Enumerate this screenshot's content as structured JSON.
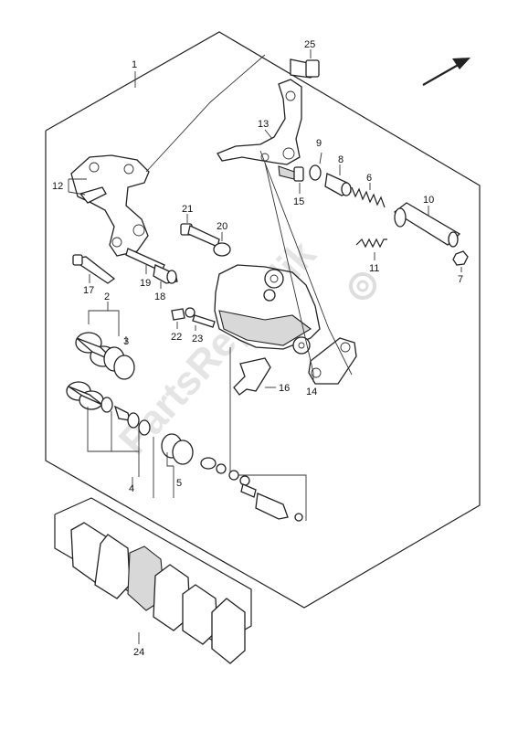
{
  "watermark": "PartsRepublik",
  "callouts": {
    "c1": "1",
    "c2": "2",
    "c3": "3",
    "c4": "4",
    "c5": "5",
    "c6": "6",
    "c7": "7",
    "c8": "8",
    "c9": "9",
    "c10": "10",
    "c11": "11",
    "c12": "12",
    "c13": "13",
    "c14": "14",
    "c15": "15",
    "c16": "16",
    "c17": "17",
    "c18": "18",
    "c19": "19",
    "c20": "20",
    "c21": "21",
    "c22": "22",
    "c23": "23",
    "c24": "24",
    "c25": "25"
  },
  "icons": {
    "direction": "front-arrow-icon",
    "logo": "gear-logo-icon"
  }
}
